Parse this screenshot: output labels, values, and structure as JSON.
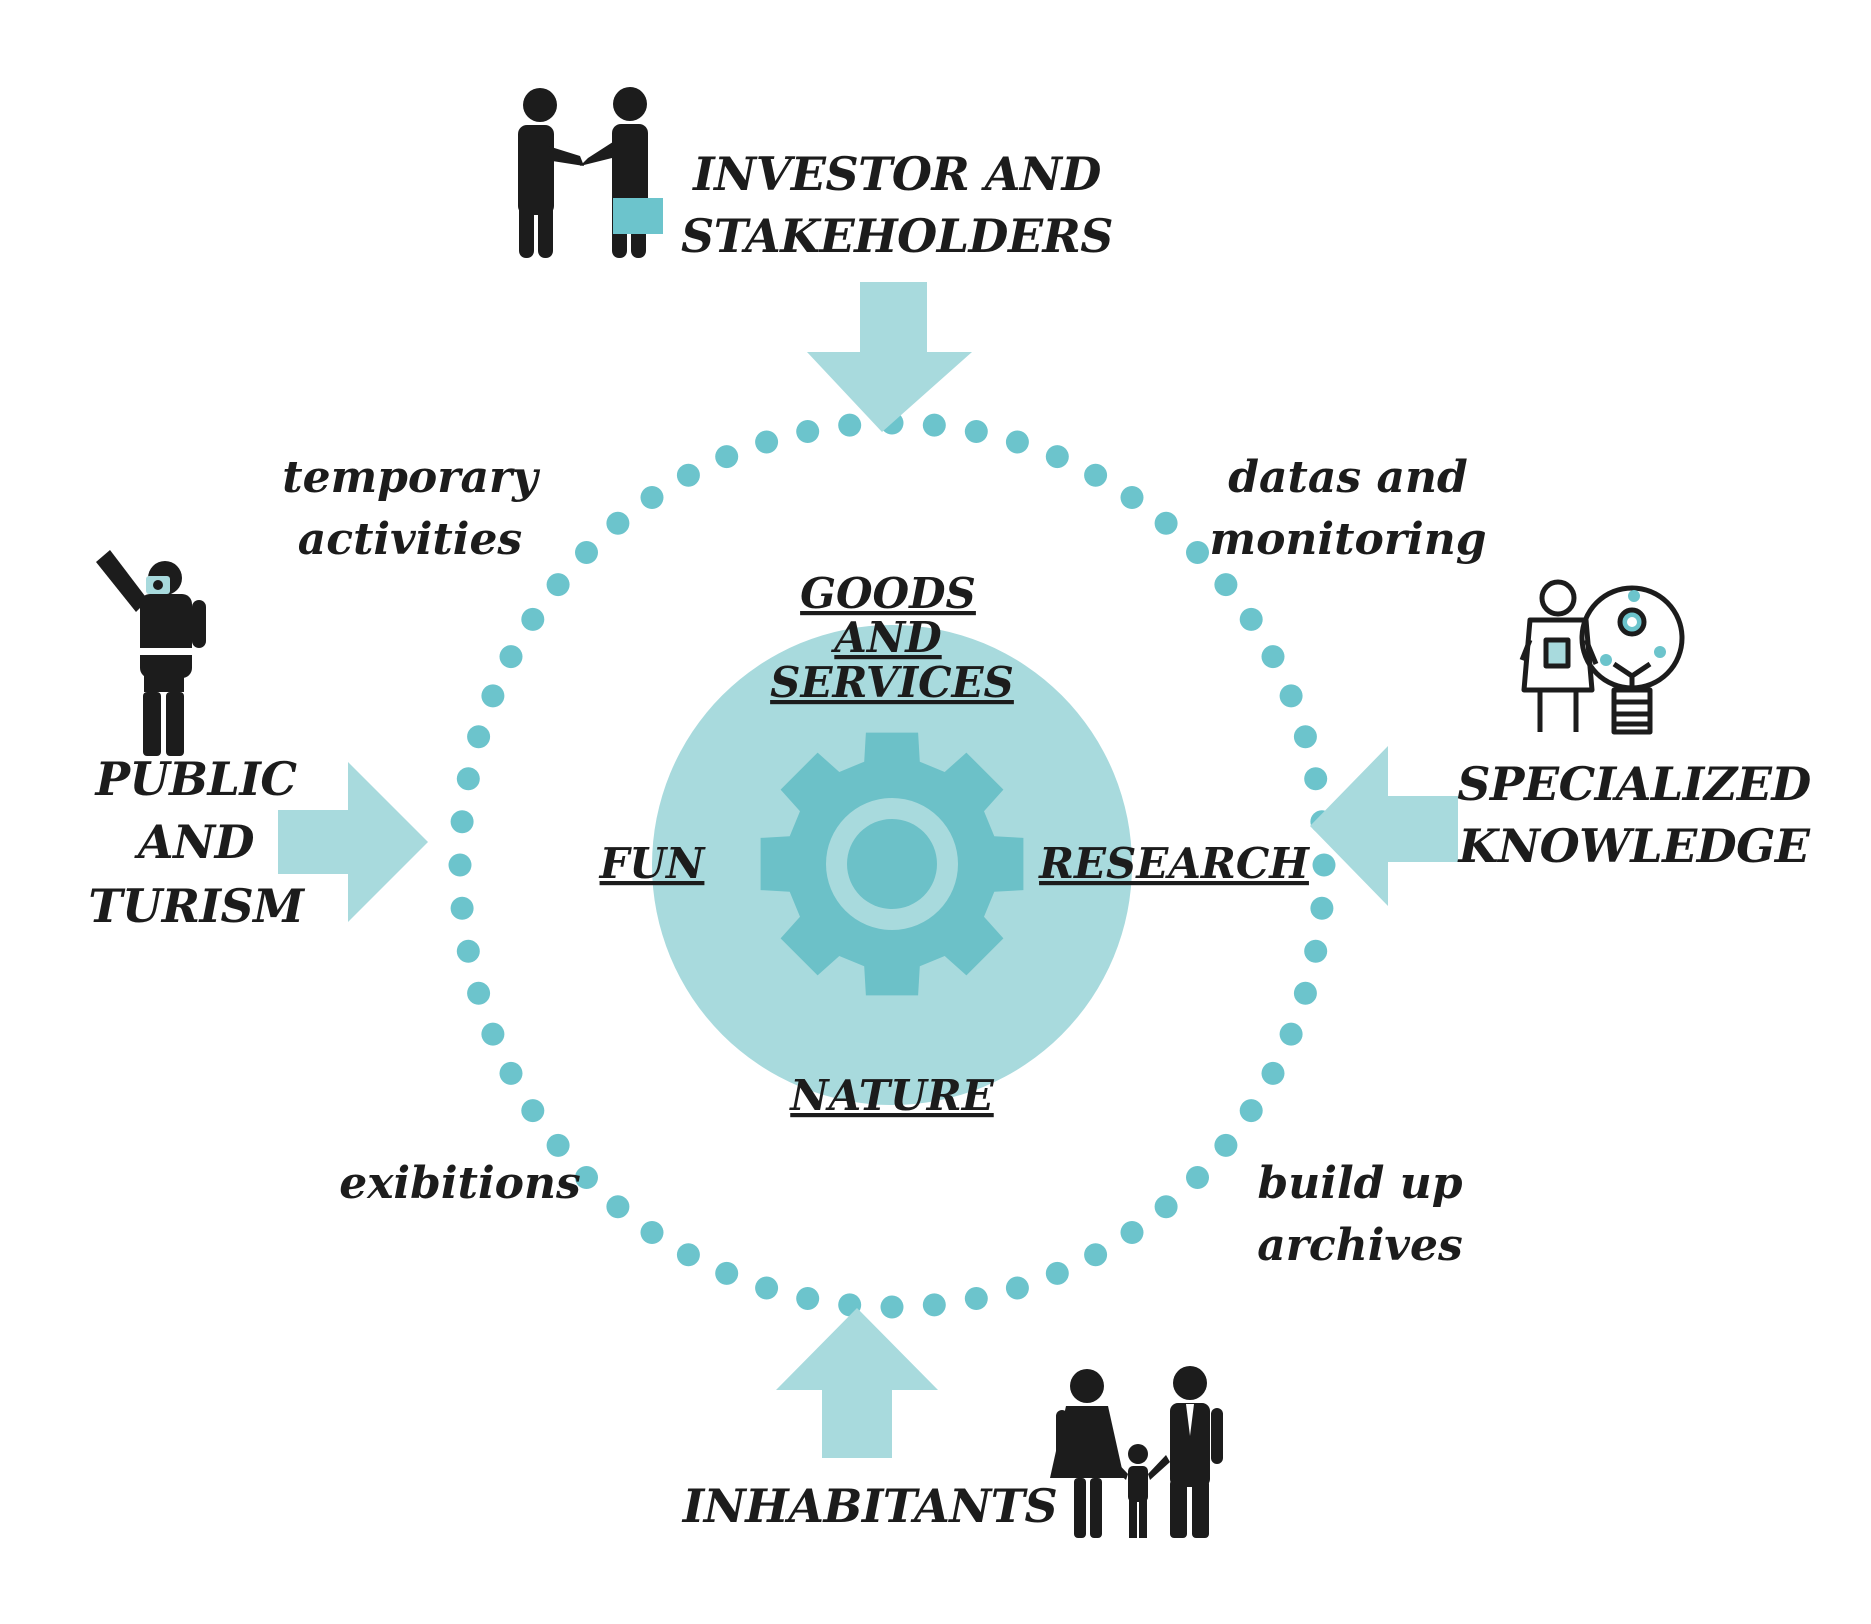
{
  "colors": {
    "accent_light": "#a8dadd",
    "accent_mid": "#6cc1c8",
    "dot": "#6cc4cc",
    "ink": "#1c1c1c"
  },
  "actors": {
    "investors": {
      "line1": "INVESTOR AND",
      "line2": "STAKEHOLDERS",
      "icon": "handshake-icon"
    },
    "public": {
      "line1": "PUBLIC",
      "line2": "AND",
      "line3": "TURISM",
      "icon": "tourist-camera-icon"
    },
    "specialized": {
      "line1": "SPECIALIZED",
      "line2": "KNOWLEDGE",
      "icon": "scientist-lightbulb-icon"
    },
    "inhabitants": {
      "line1": "INHABITANTS",
      "icon": "family-icon"
    }
  },
  "activities": {
    "temporary": {
      "line1": "temporary",
      "line2": "activities"
    },
    "datas": {
      "line1": "datas and",
      "line2": "monitoring"
    },
    "exibitions": {
      "line1": "exibitions"
    },
    "archives": {
      "line1": "build up",
      "line2": "archives"
    }
  },
  "core": {
    "goods": {
      "line1": "GOODS",
      "line2": "AND",
      "line3": "SERVICES"
    },
    "fun": "FUN",
    "research": "RESEARCH",
    "nature": "NATURE",
    "icon": "gear-icon"
  }
}
